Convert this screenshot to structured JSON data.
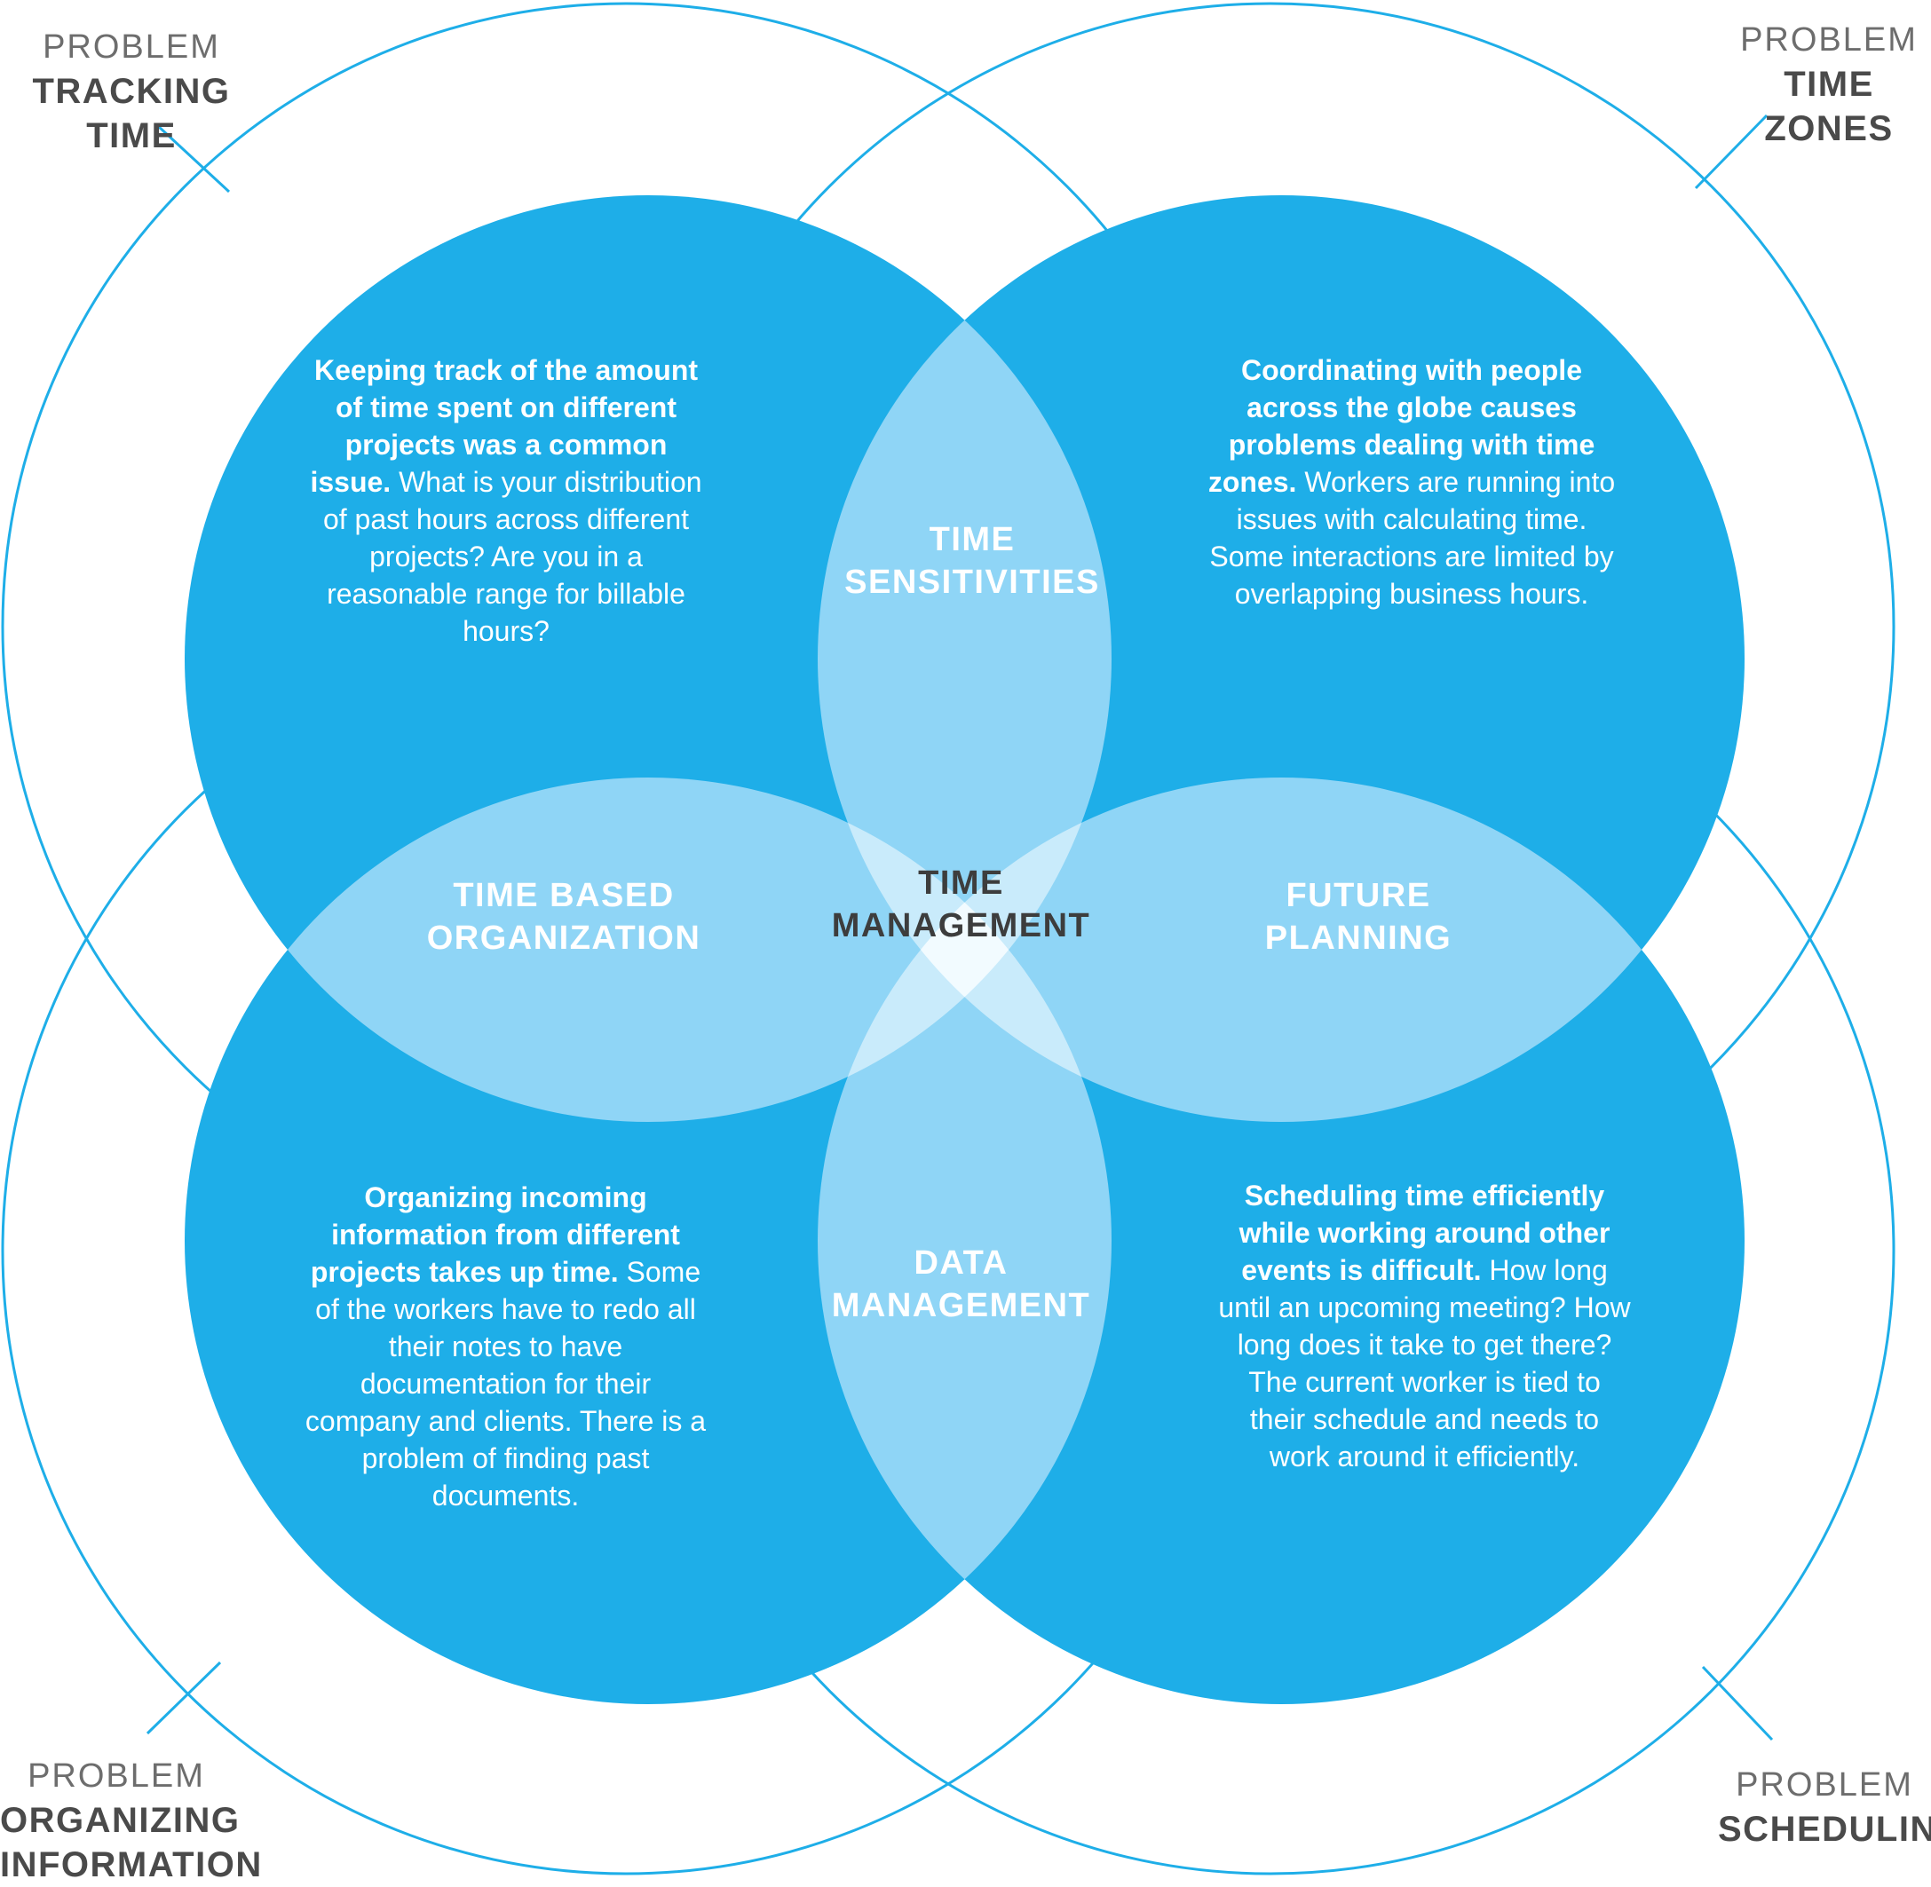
{
  "colors": {
    "circle_fill": "#1eaee8",
    "overlap_two": "#8fd5f6",
    "overlap_three": "#c9ebfb",
    "overlap_center": "#f2fbff",
    "outline": "#1eaee8",
    "problem_text": "#4a4a4a"
  },
  "problems": {
    "top_left": {
      "kicker": "PROBLEM",
      "name": "TRACKING TIME"
    },
    "top_right": {
      "kicker": "PROBLEM",
      "name": "TIME ZONES"
    },
    "bottom_left": {
      "kicker": "PROBLEM",
      "name_line1": "ORGANIZING",
      "name_line2": "INFORMATION"
    },
    "bottom_right": {
      "kicker": "PROBLEM",
      "name": "SCHEDULING"
    }
  },
  "regions": {
    "top": {
      "line1": "TIME",
      "line2": "SENSITIVITIES"
    },
    "left": {
      "line1": "TIME BASED",
      "line2": "ORGANIZATION"
    },
    "right": {
      "line1": "FUTURE",
      "line2": "PLANNING"
    },
    "bottom": {
      "line1": "DATA",
      "line2": "MANAGEMENT"
    },
    "center": {
      "line1": "TIME",
      "line2": "MANAGEMENT"
    }
  },
  "descriptions": {
    "top_left": {
      "lead": "Keeping track of the amount of time spent on different projects was a common issue.",
      "body": " What is your distribution of past hours across different projects? Are you in a reasonable range for billable hours?"
    },
    "top_right": {
      "lead": "Coordinating with people across the globe causes problems dealing with time zones.",
      "body": " Workers are running into issues with calculating time. Some interactions are limited by overlapping business hours."
    },
    "bottom_left": {
      "lead": "Organizing incoming information from different projects takes up time.",
      "body": " Some of the workers have to redo all their notes to have documentation for their company and clients. There is a problem of finding past documents."
    },
    "bottom_right": {
      "lead": "Scheduling time efficiently while working around other events is difficult.",
      "body": " How long until an upcoming meeting? How long does it take to get there? The current worker is tied to their schedule and needs to work around it efficiently."
    }
  }
}
